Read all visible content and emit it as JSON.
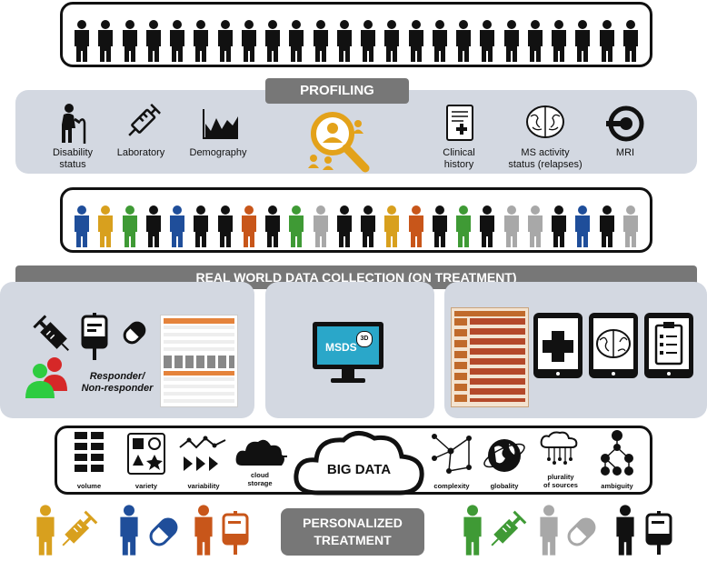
{
  "profiling": {
    "title": "PROFILING",
    "items": [
      {
        "icon": "elderly-person-icon",
        "label": "Disability\nstatus"
      },
      {
        "icon": "syringe-icon",
        "label": "Laboratory"
      },
      {
        "icon": "demography-chart-icon",
        "label": "Demography"
      },
      {
        "icon": "clinical-history-icon",
        "label": "Clinical\nhistory"
      },
      {
        "icon": "brain-icon",
        "label": "MS activity\nstatus (relapses)"
      },
      {
        "icon": "mri-scanner-icon",
        "label": "MRI"
      }
    ],
    "center_icon": "magnifier-people-icon"
  },
  "collection": {
    "title": "REAL WORLD DATA COLLECTION (ON TREATMENT)",
    "responder_label": "Responder/\nNon-responder",
    "msds_label": "MSDS",
    "msds_sup": "3D"
  },
  "big_data": {
    "title": "BIG DATA",
    "items": [
      "volume",
      "variety",
      "variability",
      "cloud\nstorage",
      "complexity",
      "globality",
      "plurality\nof sources",
      "ambiguity"
    ]
  },
  "personalized": {
    "label": "PERSONALIZED\nTREATMENT"
  },
  "colors": {
    "black": "#111111",
    "blue": "#1f4e9a",
    "gold": "#d8a01e",
    "green": "#3f9a35",
    "orange": "#c8561a",
    "grey": "#a8a8a8",
    "red": "#d62828",
    "bright_green": "#2ecc40",
    "panel": "#d3d8e1",
    "header": "#777777"
  },
  "colored_row": [
    "blue",
    "gold",
    "green",
    "black",
    "blue",
    "black",
    "black",
    "orange",
    "black",
    "green",
    "grey",
    "black",
    "black",
    "gold",
    "orange",
    "black",
    "green",
    "black",
    "grey",
    "grey",
    "black",
    "blue",
    "black",
    "grey"
  ]
}
